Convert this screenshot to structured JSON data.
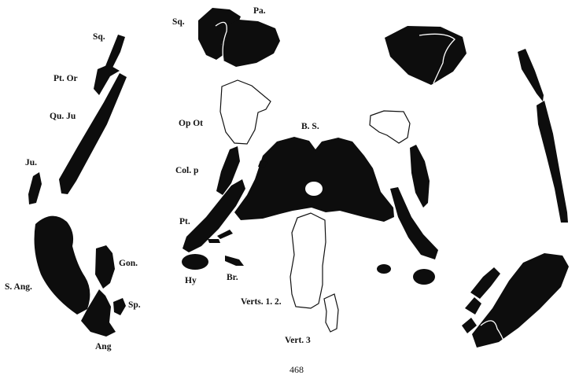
{
  "labels": {
    "sq_left": "Sq.",
    "pt_or": "Pt. Or",
    "qu_ju": "Qu. Ju",
    "ju": "Ju.",
    "s_ang": "S. Ang.",
    "gon": "Gon.",
    "sp": "Sp.",
    "ang": "Ang",
    "sq_top": "Sq.",
    "pa": "Pa.",
    "op_ot": "Op Ot",
    "bs": "B. S.",
    "col_p": "Col. p",
    "pt": "Pt.",
    "hy": "Hy",
    "br": "Br.",
    "verts_1_2": "Verts. 1. 2.",
    "vert_3": "Vert. 3"
  },
  "page_number": "468",
  "colors": {
    "bone": "#0d0d0d",
    "cartilage": "#ffffff",
    "background": "#ffffff"
  }
}
